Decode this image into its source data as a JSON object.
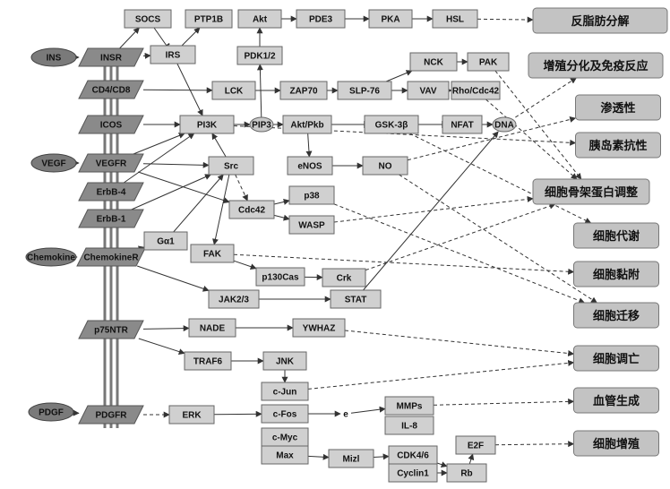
{
  "nodes": [
    {
      "id": "INS",
      "label": "INS",
      "shape": "ellipse"
    },
    {
      "id": "INSR",
      "label": "INSR",
      "shape": "para"
    },
    {
      "id": "SOCS",
      "label": "SOCS",
      "shape": "rect"
    },
    {
      "id": "PTP1B",
      "label": "PTP1B",
      "shape": "rect"
    },
    {
      "id": "IRS",
      "label": "IRS",
      "shape": "rect"
    },
    {
      "id": "Akt_top",
      "label": "Akt",
      "shape": "rect"
    },
    {
      "id": "PDE3",
      "label": "PDE3",
      "shape": "rect"
    },
    {
      "id": "PKA",
      "label": "PKA",
      "shape": "rect"
    },
    {
      "id": "HSL",
      "label": "HSL",
      "shape": "rect"
    },
    {
      "id": "PDK",
      "label": "PDK1/2",
      "shape": "rect"
    },
    {
      "id": "NCK",
      "label": "NCK",
      "shape": "rect"
    },
    {
      "id": "PAK",
      "label": "PAK",
      "shape": "rect"
    },
    {
      "id": "CD4",
      "label": "CD4/CD8",
      "shape": "para"
    },
    {
      "id": "LCK",
      "label": "LCK",
      "shape": "rect"
    },
    {
      "id": "ZAP70",
      "label": "ZAP70",
      "shape": "rect"
    },
    {
      "id": "SLP76",
      "label": "SLP-76",
      "shape": "rect"
    },
    {
      "id": "VAV",
      "label": "VAV",
      "shape": "rect"
    },
    {
      "id": "Rho",
      "label": "Rho/Cdc42",
      "shape": "rect"
    },
    {
      "id": "ICOS",
      "label": "ICOS",
      "shape": "para"
    },
    {
      "id": "PI3K",
      "label": "PI3K",
      "shape": "rect"
    },
    {
      "id": "PIP3",
      "label": "PIP3",
      "shape": "circle"
    },
    {
      "id": "AktPkb",
      "label": "Akt/Pkb",
      "shape": "rect"
    },
    {
      "id": "GSK",
      "label": "GSK-3β",
      "shape": "rect"
    },
    {
      "id": "NFAT",
      "label": "NFAT",
      "shape": "rect"
    },
    {
      "id": "DNA",
      "label": "DNA",
      "shape": "circle"
    },
    {
      "id": "VEGF",
      "label": "VEGF",
      "shape": "ellipse"
    },
    {
      "id": "VEGFR",
      "label": "VEGFR",
      "shape": "para"
    },
    {
      "id": "Src",
      "label": "Src",
      "shape": "rect"
    },
    {
      "id": "eNOS",
      "label": "eNOS",
      "shape": "rect"
    },
    {
      "id": "NO",
      "label": "NO",
      "shape": "rect"
    },
    {
      "id": "ErbB4",
      "label": "ErbB-4",
      "shape": "para"
    },
    {
      "id": "ErbB1",
      "label": "ErbB-1",
      "shape": "para"
    },
    {
      "id": "Cdc42",
      "label": "Cdc42",
      "shape": "rect"
    },
    {
      "id": "p38",
      "label": "p38",
      "shape": "rect"
    },
    {
      "id": "WASP",
      "label": "WASP",
      "shape": "rect"
    },
    {
      "id": "Chemokine",
      "label": "Chemokine",
      "shape": "ellipse"
    },
    {
      "id": "ChemokineR",
      "label": "ChemokineR",
      "shape": "para"
    },
    {
      "id": "Ga1",
      "label": "Gα1",
      "shape": "rect"
    },
    {
      "id": "FAK",
      "label": "FAK",
      "shape": "rect"
    },
    {
      "id": "p130Cas",
      "label": "p130Cas",
      "shape": "rect"
    },
    {
      "id": "Crk",
      "label": "Crk",
      "shape": "rect"
    },
    {
      "id": "JAK",
      "label": "JAK2/3",
      "shape": "rect"
    },
    {
      "id": "STAT",
      "label": "STAT",
      "shape": "rect"
    },
    {
      "id": "p75NTR",
      "label": "p75NTR",
      "shape": "para"
    },
    {
      "id": "NADE",
      "label": "NADE",
      "shape": "rect"
    },
    {
      "id": "YWHAZ",
      "label": "YWHAZ",
      "shape": "rect"
    },
    {
      "id": "TRAF6",
      "label": "TRAF6",
      "shape": "rect"
    },
    {
      "id": "JNK",
      "label": "JNK",
      "shape": "rect"
    },
    {
      "id": "cJun",
      "label": "c-Jun",
      "shape": "rect"
    },
    {
      "id": "PDGF",
      "label": "PDGF",
      "shape": "ellipse"
    },
    {
      "id": "PDGFR",
      "label": "PDGFR",
      "shape": "para"
    },
    {
      "id": "ERK",
      "label": "ERK",
      "shape": "rect"
    },
    {
      "id": "cFos",
      "label": "c-Fos",
      "shape": "rect"
    },
    {
      "id": "e",
      "label": "e",
      "shape": "text"
    },
    {
      "id": "MMPs",
      "label": "MMPs",
      "shape": "rect"
    },
    {
      "id": "IL8",
      "label": "IL-8",
      "shape": "rect"
    },
    {
      "id": "cMyc",
      "label": "c-Myc",
      "shape": "rect"
    },
    {
      "id": "Max",
      "label": "Max",
      "shape": "rect"
    },
    {
      "id": "Mizl",
      "label": "Mizl",
      "shape": "rect"
    },
    {
      "id": "CDK46",
      "label": "CDK4/6",
      "shape": "rect"
    },
    {
      "id": "Cyclin1",
      "label": "Cyclin1",
      "shape": "rect"
    },
    {
      "id": "Rb",
      "label": "Rb",
      "shape": "rect"
    },
    {
      "id": "E2F",
      "label": "E2F",
      "shape": "rect"
    }
  ],
  "outcomes": [
    {
      "id": "o1",
      "label": "反脂肪分解"
    },
    {
      "id": "o2",
      "label": "增殖分化及免疫反应"
    },
    {
      "id": "o3",
      "label": "渗透性"
    },
    {
      "id": "o4",
      "label": "胰岛素抗性"
    },
    {
      "id": "o5",
      "label": "细胞骨架蛋白调整"
    },
    {
      "id": "o6",
      "label": "细胞代谢"
    },
    {
      "id": "o7",
      "label": "细胞黏附"
    },
    {
      "id": "o8",
      "label": "细胞迁移"
    },
    {
      "id": "o9",
      "label": "细胞调亡"
    },
    {
      "id": "o10",
      "label": "血管生成"
    },
    {
      "id": "o11",
      "label": "细胞增殖"
    }
  ],
  "edges": [
    [
      "INS",
      "INSR",
      "solid",
      "arrow"
    ],
    [
      "INSR",
      "SOCS",
      "solid",
      "arrow"
    ],
    [
      "SOCS",
      "IRS",
      "solid",
      "inhibit"
    ],
    [
      "IRS",
      "PTP1B",
      "solid",
      "arrow"
    ],
    [
      "INSR",
      "IRS",
      "solid",
      "arrow"
    ],
    [
      "IRS",
      "PI3K",
      "solid",
      "arrow"
    ],
    [
      "PDK",
      "Akt_top",
      "solid",
      "arrow"
    ],
    [
      "Akt_top",
      "PDE3",
      "solid",
      "arrow"
    ],
    [
      "PDE3",
      "PKA",
      "solid",
      "arrow"
    ],
    [
      "PKA",
      "HSL",
      "solid",
      "arrow"
    ],
    [
      "HSL",
      "o1",
      "dashed",
      "arrow"
    ],
    [
      "CD4",
      "LCK",
      "solid",
      "arrow"
    ],
    [
      "LCK",
      "ZAP70",
      "solid",
      "arrow"
    ],
    [
      "ZAP70",
      "SLP76",
      "solid",
      "arrow"
    ],
    [
      "SLP76",
      "NCK",
      "solid",
      "arrow"
    ],
    [
      "NCK",
      "PAK",
      "solid",
      "arrow"
    ],
    [
      "SLP76",
      "VAV",
      "solid",
      "arrow"
    ],
    [
      "VAV",
      "Rho",
      "solid",
      "arrow"
    ],
    [
      "PAK",
      "o5",
      "dashed",
      "arrow"
    ],
    [
      "Rho",
      "o5",
      "dashed",
      "arrow"
    ],
    [
      "ICOS",
      "PI3K",
      "solid",
      "arrow"
    ],
    [
      "PI3K",
      "PIP3",
      "solid",
      "arrow"
    ],
    [
      "PIP3",
      "PDK",
      "solid",
      "arrow"
    ],
    [
      "PIP3",
      "AktPkb",
      "solid",
      "arrow"
    ],
    [
      "AktPkb",
      "GSK",
      "solid",
      "inhibit"
    ],
    [
      "GSK",
      "NFAT",
      "solid",
      "inhibit"
    ],
    [
      "NFAT",
      "DNA",
      "solid",
      "arrow"
    ],
    [
      "DNA",
      "o2",
      "dashed",
      "arrow"
    ],
    [
      "AktPkb",
      "eNOS",
      "solid",
      "arrow"
    ],
    [
      "eNOS",
      "NO",
      "solid",
      "arrow"
    ],
    [
      "NO",
      "o3",
      "dashed",
      "arrow"
    ],
    [
      "NO",
      "o8",
      "dashed",
      "arrow"
    ],
    [
      "PI3K",
      "o4",
      "dashed",
      "arrow"
    ],
    [
      "GSK",
      "o6",
      "dashed",
      "arrow"
    ],
    [
      "VEGF",
      "VEGFR",
      "solid",
      "arrow"
    ],
    [
      "VEGFR",
      "PI3K",
      "solid",
      "arrow"
    ],
    [
      "VEGFR",
      "Src",
      "solid",
      "arrow"
    ],
    [
      "VEGFR",
      "Cdc42",
      "solid",
      "arrow"
    ],
    [
      "ErbB4",
      "PI3K",
      "solid",
      "arrow"
    ],
    [
      "ErbB1",
      "Src",
      "solid",
      "arrow"
    ],
    [
      "Src",
      "PI3K",
      "solid",
      "arrow"
    ],
    [
      "Src",
      "Cdc42",
      "dashed",
      "arrow"
    ],
    [
      "Src",
      "FAK",
      "solid",
      "arrow"
    ],
    [
      "Cdc42",
      "p38",
      "solid",
      "arrow"
    ],
    [
      "Cdc42",
      "WASP",
      "solid",
      "arrow"
    ],
    [
      "WASP",
      "o5",
      "dashed",
      "arrow"
    ],
    [
      "p38",
      "o8",
      "dashed",
      "arrow"
    ],
    [
      "Chemokine",
      "ChemokineR",
      "solid",
      "arrow"
    ],
    [
      "ChemokineR",
      "Ga1",
      "solid",
      "arrow"
    ],
    [
      "Ga1",
      "Src",
      "solid",
      "arrow"
    ],
    [
      "ChemokineR",
      "JAK",
      "solid",
      "arrow"
    ],
    [
      "FAK",
      "p130Cas",
      "solid",
      "arrow"
    ],
    [
      "p130Cas",
      "Crk",
      "solid",
      "arrow"
    ],
    [
      "Crk",
      "o5",
      "dashed",
      "arrow"
    ],
    [
      "FAK",
      "o7",
      "dashed",
      "arrow"
    ],
    [
      "JAK",
      "STAT",
      "solid",
      "arrow"
    ],
    [
      "STAT",
      "DNA",
      "solid",
      "arrow"
    ],
    [
      "p75NTR",
      "NADE",
      "solid",
      "arrow"
    ],
    [
      "NADE",
      "YWHAZ",
      "solid",
      "arrow"
    ],
    [
      "YWHAZ",
      "o9",
      "dashed",
      "arrow"
    ],
    [
      "p75NTR",
      "TRAF6",
      "solid",
      "arrow"
    ],
    [
      "TRAF6",
      "JNK",
      "solid",
      "arrow"
    ],
    [
      "JNK",
      "cJun",
      "solid",
      "arrow"
    ],
    [
      "cJun",
      "o9",
      "dashed",
      "arrow"
    ],
    [
      "PDGF",
      "PDGFR",
      "solid",
      "arrow"
    ],
    [
      "PDGFR",
      "ERK",
      "dashed",
      "arrow"
    ],
    [
      "ERK",
      "cFos",
      "solid",
      "arrow"
    ],
    [
      "cFos",
      "e",
      "solid",
      "arrow"
    ],
    [
      "e",
      "MMPs",
      "solid",
      "arrow"
    ],
    [
      "MMPs",
      "o10",
      "dashed",
      "arrow"
    ],
    [
      "cMyc",
      "Max",
      "solid",
      "arrow"
    ],
    [
      "Max",
      "Mizl",
      "solid",
      "arrow"
    ],
    [
      "Mizl",
      "CDK46",
      "solid",
      "arrow"
    ],
    [
      "CDK46",
      "Rb",
      "solid",
      "arrow"
    ],
    [
      "Cyclin1",
      "Rb",
      "solid",
      "arrow"
    ],
    [
      "Rb",
      "E2F",
      "solid",
      "arrow"
    ],
    [
      "E2F",
      "o11",
      "dashed",
      "arrow"
    ]
  ]
}
